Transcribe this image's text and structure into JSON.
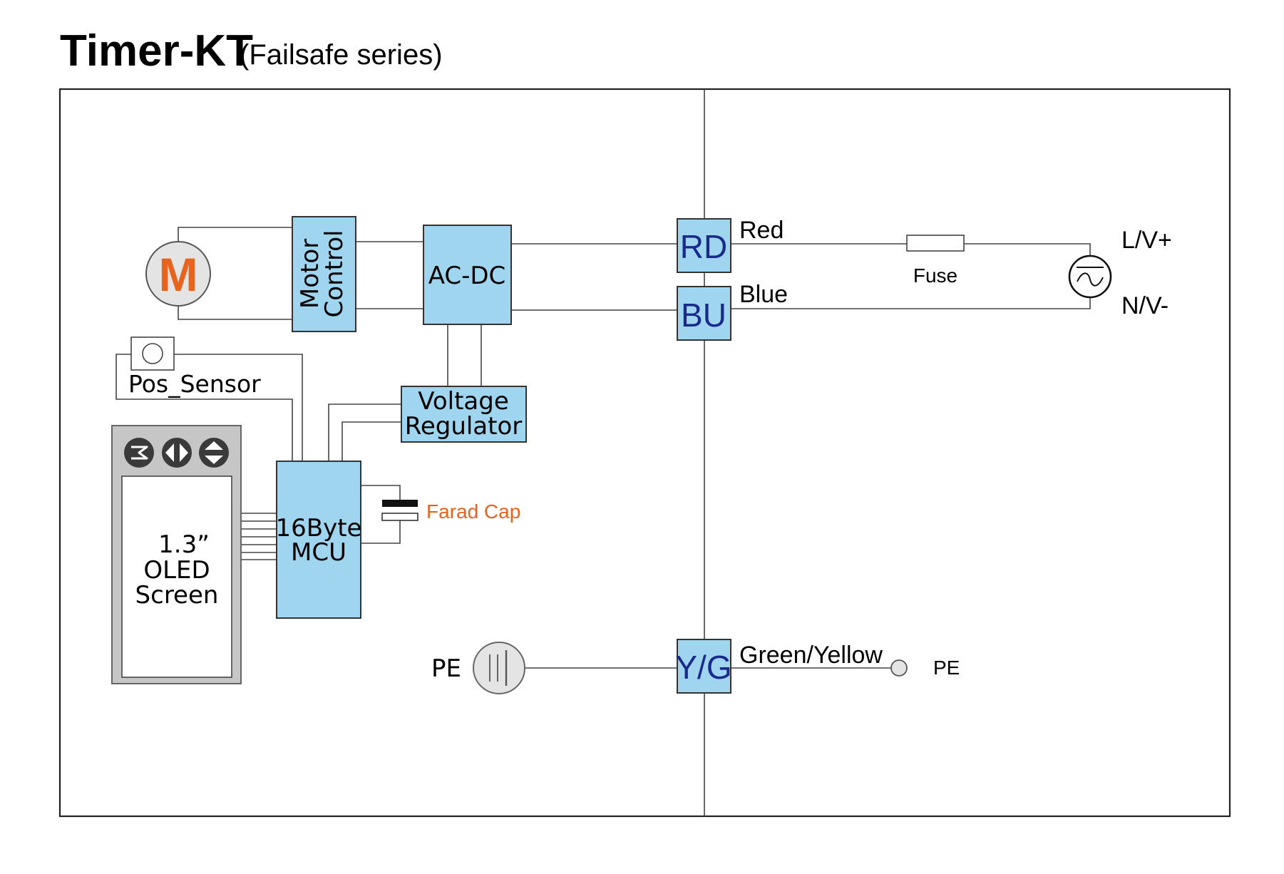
{
  "title": "Timer-KT",
  "subtitle": "(Failsafe series)",
  "blocks": {
    "motor_symbol": "M",
    "motor_control": [
      "Motor",
      "Control"
    ],
    "ac_dc": "AC-DC",
    "voltage_regulator": [
      "Voltage",
      "Regulator"
    ],
    "mcu": [
      "16Byte",
      "MCU"
    ],
    "pos_sensor": "Pos_Sensor",
    "oled": [
      "1.3”",
      "OLED",
      "Screen"
    ],
    "farad_cap": "Farad Cap"
  },
  "terminals": {
    "rd": "RD",
    "bu": "BU",
    "yg": "Y/G"
  },
  "wires": {
    "red": "Red",
    "blue": "Blue",
    "green_yellow": "Green/Yellow",
    "fuse": "Fuse",
    "line": "L/V+",
    "neutral": "N/V-",
    "pe_left": "PE",
    "pe_right": "PE"
  },
  "colors": {
    "block_fill": "#9fd5ee",
    "terminal_text": "#1a2a8c",
    "accent_orange": "#e8641e"
  },
  "icons": [
    "motor-icon",
    "ac-source-icon",
    "ground-icon",
    "menu-m-icon",
    "left-right-icon",
    "up-down-icon"
  ]
}
